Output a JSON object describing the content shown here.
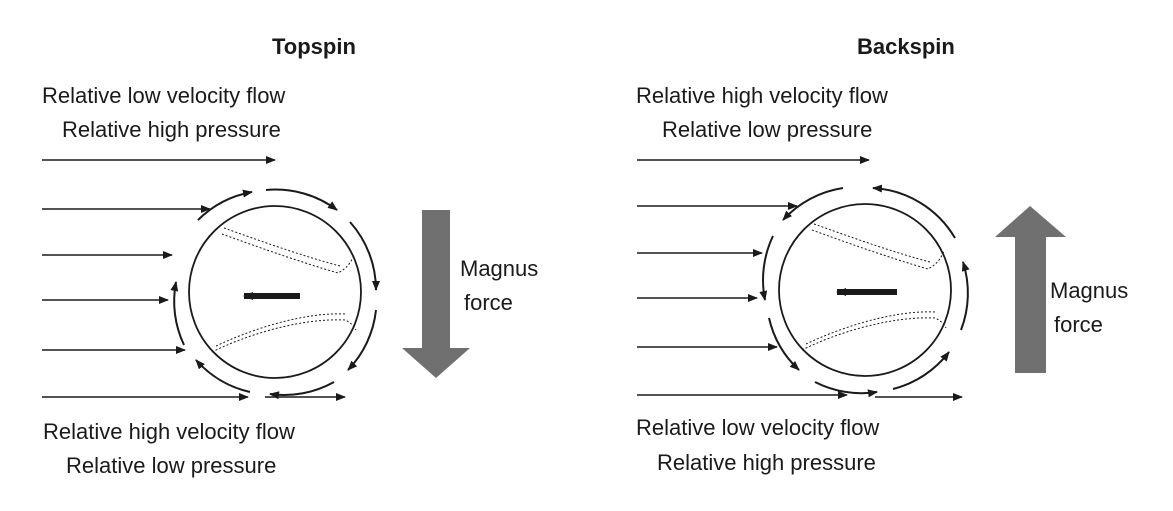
{
  "topspin": {
    "title": "Topspin",
    "top_line1": "Relative low velocity flow",
    "top_line2": "Relative high pressure",
    "bottom_line1": "Relative high velocity flow",
    "bottom_line2": "Relative low pressure",
    "force_line1": "Magnus",
    "force_line2": "force",
    "force_direction": "down"
  },
  "backspin": {
    "title": "Backspin",
    "top_line1": "Relative high velocity flow",
    "top_line2": "Relative low pressure",
    "bottom_line1": "Relative low velocity flow",
    "bottom_line2": "Relative high pressure",
    "force_line1": "Magnus",
    "force_line2": "force",
    "force_direction": "up"
  },
  "colors": {
    "ink": "#1a1a1a",
    "force_arrow": "#707070"
  }
}
